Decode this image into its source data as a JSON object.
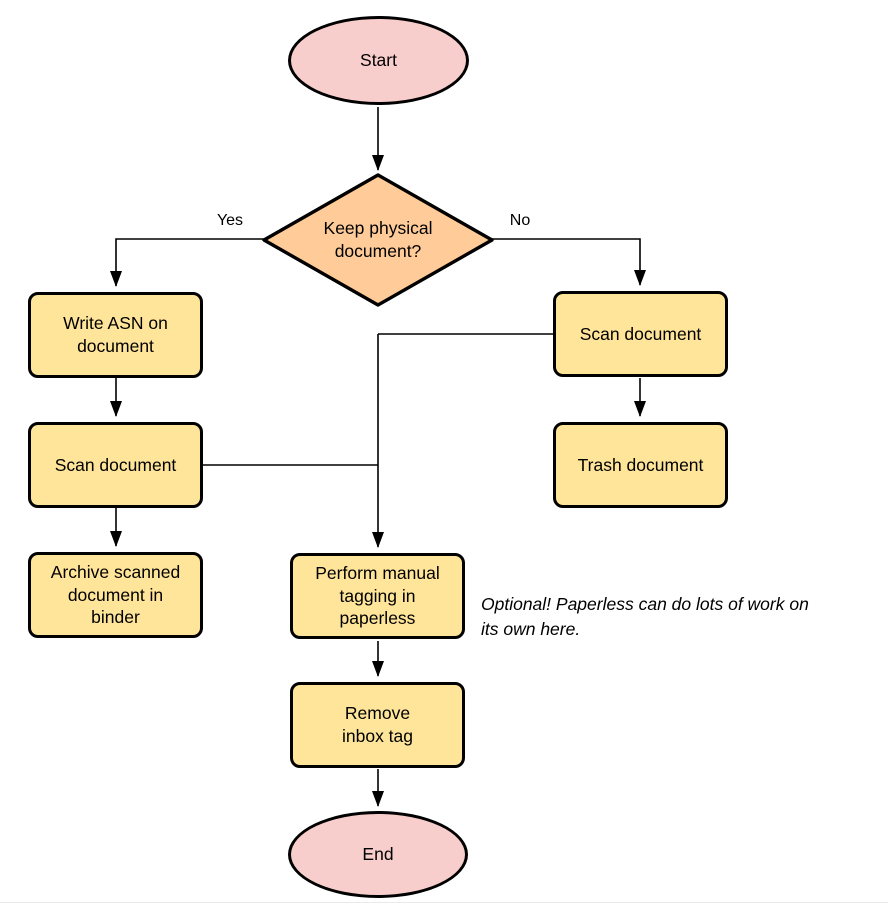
{
  "flowchart": {
    "nodes": {
      "start": {
        "label": "Start",
        "type": "terminal"
      },
      "decision_keep_physical": {
        "label": "Keep physical document?",
        "type": "decision"
      },
      "write_asn": {
        "label": "Write ASN on document",
        "type": "process"
      },
      "scan_document_left": {
        "label": "Scan document",
        "type": "process"
      },
      "archive_in_binder": {
        "label": "Archive scanned document in binder",
        "type": "process"
      },
      "scan_document_right": {
        "label": "Scan document",
        "type": "process"
      },
      "trash_document": {
        "label": "Trash document",
        "type": "process"
      },
      "manual_tagging": {
        "label": "Perform manual tagging in paperless",
        "type": "process"
      },
      "remove_inbox_tag": {
        "label": "Remove inbox tag",
        "type": "process"
      },
      "end": {
        "label": "End",
        "type": "terminal"
      }
    },
    "edge_labels": {
      "yes": "Yes",
      "no": "No"
    },
    "annotation": {
      "line1": "Optional! Paperless can do lots of work on",
      "line2": "its own here."
    },
    "colors": {
      "terminal_fill": "#F8CECC",
      "decision_fill": "#FFCC99",
      "process_fill": "#FFE599",
      "outline": "#000000",
      "connector": "#000000"
    }
  }
}
